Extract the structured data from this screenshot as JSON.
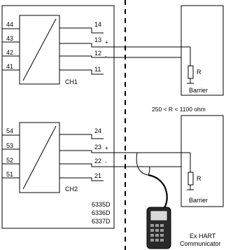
{
  "channels": [
    {
      "label": "CH1",
      "input_terminals": [
        "44",
        "43",
        "42",
        "41"
      ],
      "output_terminals": [
        "14",
        "13",
        "12",
        "11"
      ],
      "polarity": [
        "+",
        "-"
      ]
    },
    {
      "label": "CH2",
      "input_terminals": [
        "54",
        "53",
        "52",
        "51"
      ],
      "output_terminals": [
        "24",
        "23",
        "22",
        "21"
      ],
      "polarity": [
        "+",
        "-"
      ]
    }
  ],
  "models": [
    "6335D",
    "6336D",
    "6337D"
  ],
  "barriers": [
    {
      "label": "Barrier",
      "resistor_label": "R"
    },
    {
      "label": "Barrier",
      "resistor_label": "R"
    }
  ],
  "resistance_range": "250 < R < 1100 ohm",
  "communicator": {
    "line1": "Ex HART",
    "line2": "Communicator"
  },
  "colors": {
    "line": "#000000",
    "background": "#ffffff",
    "device_body": "#2a2a2a",
    "device_screen": "#d8d8d8",
    "device_keys": "#9a9a9a"
  }
}
